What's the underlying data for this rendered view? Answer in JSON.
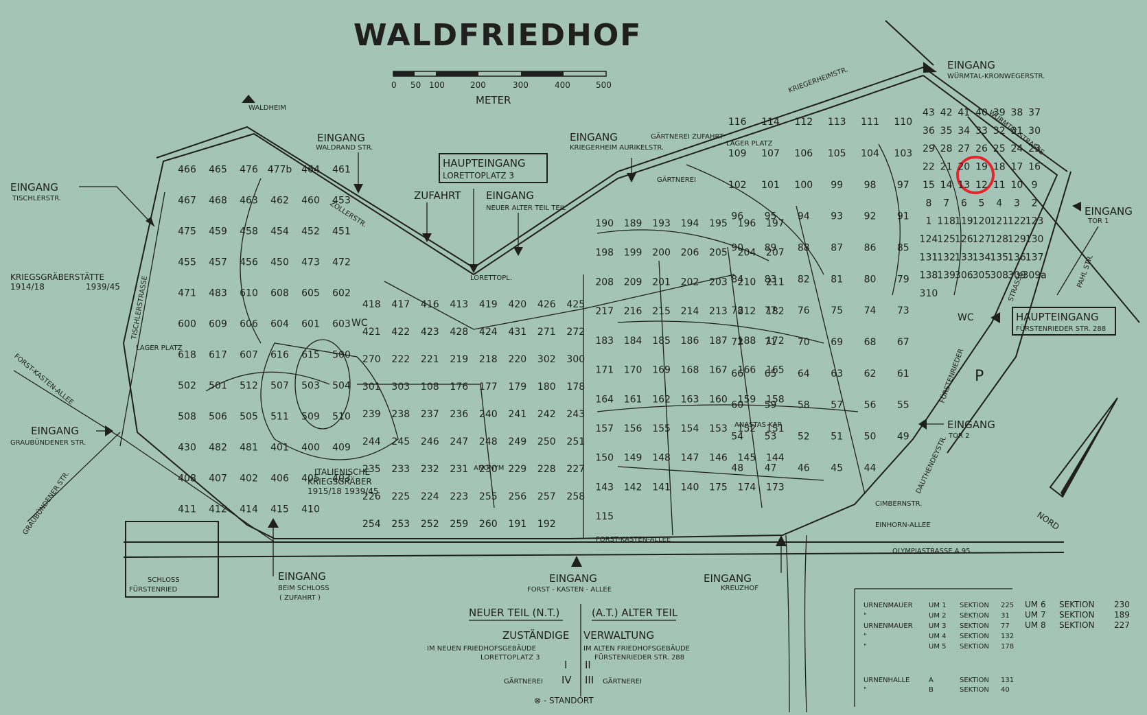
{
  "title": "WALDFRIEDHOF",
  "scale": {
    "ticks": [
      "0",
      "50",
      "100",
      "200",
      "300",
      "400",
      "500"
    ],
    "unit": "METER"
  },
  "places": {
    "waldheim": "WALDHEIM",
    "kriegsgraeber": "KRIEGSGRÄBERSTÄTTE",
    "kriegsgraeber_years_1": "1914/18",
    "kriegsgraeber_years_2": "1939/45",
    "lagerplatz_west": "LAGER PLATZ",
    "lagerplatz_north": "LAGER PLATZ",
    "italienische": "ITALIENISCHE",
    "kriegsgraber2": "KRIEGSGRÄBER",
    "ital_years": "1915/18   1939/45",
    "schloss": "SCHLOSS",
    "fuerstenried": "FÜRSTENRIED",
    "gaertnerei": "GÄRTNEREI",
    "gaertnerei_zufahrt": "GÄRTNEREI ZUFAHRT",
    "lorettopl": "LORETTOPL.",
    "anastas": "ANASTAS KAP.",
    "anonym": "ANONYM",
    "nord": "NORD",
    "wc1": "WC",
    "wc2": "WC",
    "p": "P"
  },
  "streets": {
    "zollerstr": "ZOLLERSTR.",
    "kriegerheimstr": "KRIEGERHEIMSTR.",
    "wurmtalstrasse": "WÜRMTAL-STRASSE",
    "tischlerstrasse": "TISCHLERSTRASSE",
    "forstkastenallee": "FORST-KASTEN-ALLEE",
    "forstkastenallee2": "FORST-KASTEN-ALLEE",
    "graubuendener": "GRAUBÜNDENER STR.",
    "fuerstenrieder": "FÜRSTENRIEDER",
    "dauthendey": "DAUTHENDEYSTR.",
    "cimbernstr": "CIMBERNSTR.",
    "einhornallee": "EINHORN-ALLEE",
    "olympiastrasse": "OLYMPIASTRASSE A 95",
    "pahlstr": "PAHL STR.",
    "strasse": "STRASSE"
  },
  "entrances": {
    "tischler": {
      "label": "EINGANG",
      "sub": "TISCHLERSTR."
    },
    "waldrand": {
      "label": "EINGANG",
      "sub": "WALDRAND STR."
    },
    "kriegerheim": {
      "label": "EINGANG",
      "sub": "KRIEGERHEIM AURIKELSTR."
    },
    "wurmtal": {
      "label": "EINGANG",
      "sub": "WÜRMTAL-KRONWEGERSTR."
    },
    "tor1": {
      "label": "EINGANG",
      "sub": "TOR 1"
    },
    "tor2": {
      "label": "EINGANG",
      "sub": "TOR 2"
    },
    "graubuenden": {
      "label": "EINGANG",
      "sub": "GRAUBÜNDENER STR."
    },
    "schloss": {
      "label": "EINGANG",
      "sub": "BEIM SCHLOSS",
      "sub2": "( ZUFAHRT )"
    },
    "forstkasten": {
      "label": "EINGANG",
      "sub": "FORST - KASTEN - ALLEE"
    },
    "kreuzhof": {
      "label": "EINGANG",
      "sub": "KREUZHOF"
    },
    "neueralter": {
      "label": "EINGANG",
      "sub": "NEUER ALTER TEIL TEIL"
    },
    "zufahrt": "ZUFAHRT"
  },
  "main_entrances": {
    "loretto": {
      "label": "HAUPTEINGANG",
      "sub": "LORETTOPLATZ 3"
    },
    "fuerstenrieder": {
      "label": "HAUPTEINGANG",
      "sub": "FÜRSTENRIEDER STR. 288"
    }
  },
  "legend": {
    "neuer": "NEUER TEIL (N.T.)",
    "alter": "(A.T.) ALTER TEIL",
    "zustaendige": "ZUSTÄNDIGE",
    "verwaltung": "VERWALTUNG",
    "im_neuen": "IM NEUEN FRIEDHOFSGEBÄUDE",
    "im_alten": "IM ALTEN FRIEDHOFSGEBÄUDE",
    "loretto": "LORETTOPLATZ 3",
    "fuerst": "FÜRSTENRIEDER STR. 288",
    "roman1": "I",
    "roman2": "II",
    "roman3": "III",
    "roman4": "IV",
    "gaertnerei_l": "GÄRTNEREI",
    "gaertnerei_r": "GÄRTNEREI",
    "standort": "⊗ - STANDORT"
  },
  "urnen": {
    "rows": [
      {
        "kind": "URNENMAUER",
        "um": "UM 1",
        "sek": "SEKTION",
        "num": "225"
      },
      {
        "kind": "\"",
        "um": "UM 2",
        "sek": "SEKTION",
        "num": "31"
      },
      {
        "kind": "URNENMAUER",
        "um": "UM 3",
        "sek": "SEKTION",
        "num": "77"
      },
      {
        "kind": "\"",
        "um": "UM 4",
        "sek": "SEKTION",
        "num": "132"
      },
      {
        "kind": "\"",
        "um": "UM 5",
        "sek": "SEKTION",
        "num": "178"
      }
    ],
    "right": [
      {
        "um": "UM 6",
        "sek": "SEKTION",
        "num": "230"
      },
      {
        "um": "UM 7",
        "sek": "SEKTION",
        "num": "189"
      },
      {
        "um": "UM 8",
        "sek": "SEKTION",
        "num": "227"
      }
    ],
    "halle": [
      {
        "kind": "URNENHALLE",
        "um": "A",
        "sek": "SEKTION",
        "num": "131"
      },
      {
        "kind": "\"",
        "um": "B",
        "sek": "SEKTION",
        "num": "40"
      }
    ]
  },
  "sections": [
    "466",
    "465",
    "476",
    "477b",
    "464",
    "461",
    "467",
    "468",
    "463",
    "462",
    "460",
    "453",
    "475",
    "459",
    "458",
    "454",
    "452",
    "451",
    "455",
    "457",
    "456",
    "450",
    "473",
    "472",
    "471",
    "483",
    "610",
    "608",
    "605",
    "602",
    "600",
    "609",
    "606",
    "604",
    "601",
    "603",
    "618",
    "617",
    "607",
    "616",
    "615",
    "500",
    "502",
    "501",
    "512",
    "507",
    "503",
    "504",
    "508",
    "506",
    "505",
    "511",
    "509",
    "510",
    "430",
    "482",
    "481",
    "401",
    "400",
    "409",
    "408",
    "407",
    "402",
    "406",
    "405",
    "403",
    "411",
    "412",
    "414",
    "415",
    "410",
    "418",
    "417",
    "416",
    "413",
    "419",
    "420",
    "426",
    "425",
    "421",
    "422",
    "423",
    "428",
    "424",
    "431",
    "271",
    "272",
    "270",
    "222",
    "221",
    "219",
    "218",
    "220",
    "302",
    "300",
    "301",
    "303",
    "108",
    "176",
    "177",
    "179",
    "180",
    "178",
    "239",
    "238",
    "237",
    "236",
    "240",
    "241",
    "242",
    "243",
    "244",
    "245",
    "246",
    "247",
    "248",
    "249",
    "250",
    "251",
    "235",
    "233",
    "232",
    "231",
    "230",
    "229",
    "228",
    "227",
    "226",
    "225",
    "224",
    "223",
    "255",
    "256",
    "257",
    "258",
    "254",
    "253",
    "252",
    "259",
    "260",
    "191",
    "192",
    "190",
    "189",
    "193",
    "194",
    "195",
    "196",
    "197",
    "198",
    "199",
    "200",
    "206",
    "205",
    "204",
    "207",
    "208",
    "209",
    "201",
    "202",
    "203",
    "210",
    "211",
    "217",
    "216",
    "215",
    "214",
    "213",
    "212",
    "182",
    "183",
    "184",
    "185",
    "186",
    "187",
    "188",
    "172",
    "171",
    "170",
    "169",
    "168",
    "167",
    "166",
    "165",
    "164",
    "161",
    "162",
    "163",
    "160",
    "159",
    "158",
    "157",
    "156",
    "155",
    "154",
    "153",
    "152",
    "151",
    "150",
    "149",
    "148",
    "147",
    "146",
    "145",
    "144",
    "143",
    "142",
    "141",
    "140",
    "175",
    "174",
    "173",
    "115",
    "116",
    "114",
    "112",
    "113",
    "111",
    "110",
    "109",
    "107",
    "106",
    "105",
    "104",
    "103",
    "102",
    "101",
    "100",
    "99",
    "98",
    "97",
    "96",
    "95",
    "94",
    "93",
    "92",
    "91",
    "90",
    "89",
    "88",
    "87",
    "86",
    "85",
    "84",
    "83",
    "82",
    "81",
    "80",
    "79",
    "78",
    "77",
    "76",
    "75",
    "74",
    "73",
    "72",
    "71",
    "70",
    "69",
    "68",
    "67",
    "66",
    "65",
    "64",
    "63",
    "62",
    "61",
    "60",
    "59",
    "58",
    "57",
    "56",
    "55",
    "54",
    "53",
    "52",
    "51",
    "50",
    "49",
    "48",
    "47",
    "46",
    "45",
    "44",
    "43",
    "42",
    "41",
    "40",
    "39",
    "38",
    "37",
    "36",
    "35",
    "34",
    "33",
    "32",
    "31",
    "30",
    "29",
    "28",
    "27",
    "26",
    "25",
    "24",
    "23",
    "22",
    "21",
    "20",
    "19",
    "18",
    "17",
    "16",
    "15",
    "14",
    "13",
    "12",
    "11",
    "10",
    "9",
    "8",
    "7",
    "6",
    "5",
    "4",
    "3",
    "2",
    "1",
    "118",
    "119",
    "120",
    "121",
    "122",
    "123",
    "124",
    "125",
    "126",
    "127",
    "128",
    "129",
    "130",
    "131",
    "132",
    "133",
    "134",
    "135",
    "136",
    "137",
    "138",
    "139",
    "306",
    "305",
    "308",
    "309",
    "309a",
    "310"
  ],
  "colors": {
    "background": "#a3c4b6",
    "ink": "#1f1f1f",
    "marker": "#e3262b"
  }
}
